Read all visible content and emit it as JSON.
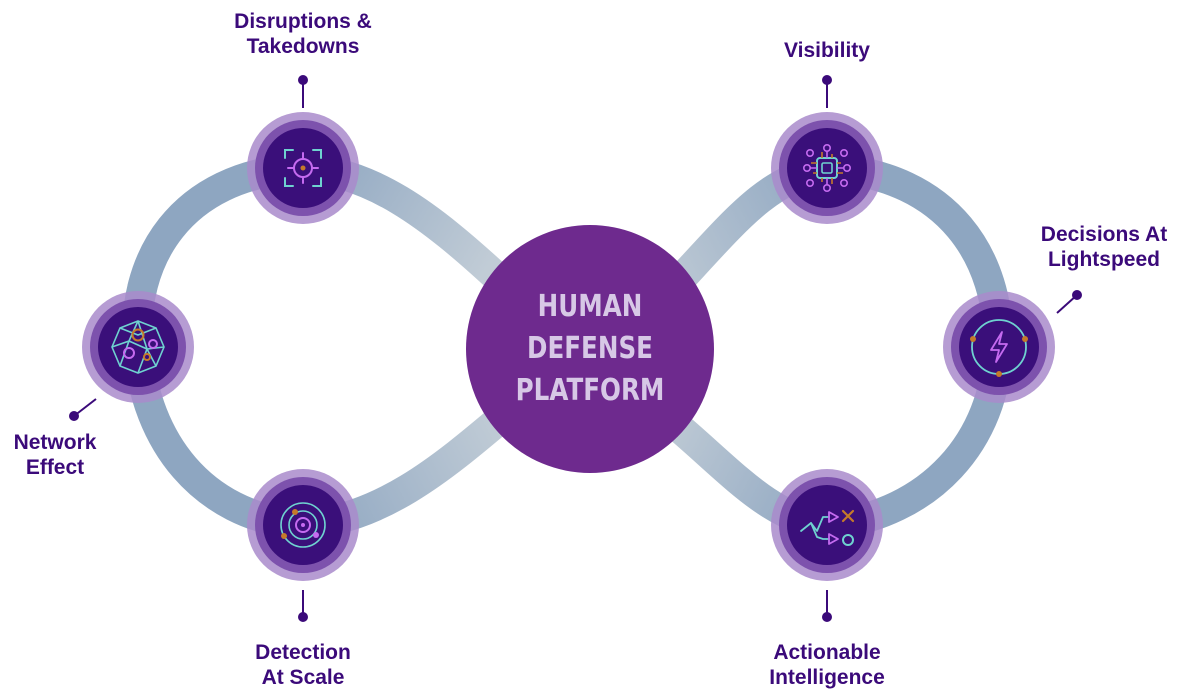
{
  "center": {
    "line1": "HUMAN",
    "line2": "DEFENSE",
    "line3": "PLATFORM",
    "fill": "#6e2a8e"
  },
  "colors": {
    "loop": "#8ea6c1",
    "loop_light": "#c1ccd6",
    "node_outer": "#8e68b8",
    "node_inner": "#3a0f7a",
    "label": "#3b0a7a",
    "icon_purple": "#c56bf0",
    "icon_teal": "#6fd2d0",
    "icon_orange": "#c57a2a"
  },
  "nodes": [
    {
      "id": "disruptions",
      "label_lines": [
        "Disruptions &",
        "Takedowns"
      ],
      "icon": "target-crosshair-icon"
    },
    {
      "id": "network",
      "label_lines": [
        "Network",
        "Effect"
      ],
      "icon": "network-mesh-icon"
    },
    {
      "id": "detection",
      "label_lines": [
        "Detection",
        "At Scale"
      ],
      "icon": "radar-orbit-icon"
    },
    {
      "id": "visibility",
      "label_lines": [
        "Visibility"
      ],
      "icon": "chip-network-icon"
    },
    {
      "id": "decisions",
      "label_lines": [
        "Decisions At",
        "Lightspeed"
      ],
      "icon": "lightning-bolt-icon"
    },
    {
      "id": "actionable",
      "label_lines": [
        "Actionable",
        "Intelligence"
      ],
      "icon": "strategy-play-icon"
    }
  ]
}
